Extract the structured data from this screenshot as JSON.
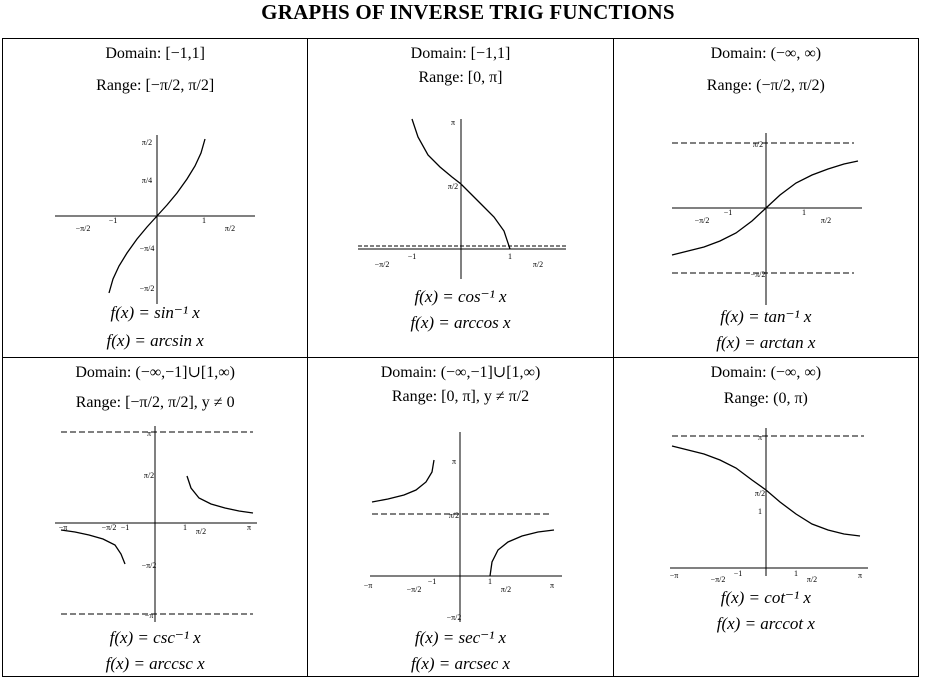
{
  "page_title": "GRAPHS OF INVERSE TRIG FUNCTIONS",
  "cells": [
    {
      "id": "arcsin",
      "domain": "Domain: [−1,1]",
      "range": "Range: [−π/2, π/2]",
      "function_notation": "f(x) = sin⁻¹ x",
      "function_name": "f(x) = arcsin x",
      "x_ticks": [
        "−π/2",
        "−1",
        "1",
        "π/2"
      ],
      "y_ticks": [
        "π/2",
        "π/4",
        "−π/4",
        "−π/2"
      ]
    },
    {
      "id": "arccos",
      "domain": "Domain: [−1,1]",
      "range": "Range: [0, π]",
      "function_notation": "f(x) = cos⁻¹ x",
      "function_name": "f(x) = arccos x",
      "x_ticks": [
        "−π/2",
        "−1",
        "1",
        "π/2"
      ],
      "y_ticks": [
        "π",
        "π/2"
      ]
    },
    {
      "id": "arctan",
      "domain": "Domain: (−∞, ∞)",
      "range": "Range: (−π/2, π/2)",
      "function_notation": "f(x) = tan⁻¹ x",
      "function_name": "f(x) = arctan x",
      "x_ticks": [
        "−π/2",
        "−1",
        "1",
        "π/2"
      ],
      "y_ticks": [
        "π/2",
        "−π/2"
      ]
    },
    {
      "id": "arccsc",
      "domain": "Domain: (−∞,−1]∪[1,∞)",
      "range": "Range: [−π/2, π/2], y ≠ 0",
      "function_notation": "f(x) = csc⁻¹ x",
      "function_name": "f(x) = arccsc x",
      "x_ticks": [
        "−π",
        "−π/2",
        "−1",
        "1",
        "π/2",
        "π"
      ],
      "y_ticks": [
        "π",
        "π/2",
        "−π/2",
        "−π"
      ]
    },
    {
      "id": "arcsec",
      "domain": "Domain: (−∞,−1]∪[1,∞)",
      "range": "Range: [0, π], y ≠ π/2",
      "function_notation": "f(x) = sec⁻¹ x",
      "function_name": "f(x) = arcsec x",
      "x_ticks": [
        "−π",
        "−π/2",
        "−1",
        "1",
        "π/2",
        "π"
      ],
      "y_ticks": [
        "π",
        "π/2",
        "−π/2"
      ]
    },
    {
      "id": "arccot",
      "domain": "Domain: (−∞, ∞)",
      "range": "Range: (0, π)",
      "function_notation": "f(x) = cot⁻¹ x",
      "function_name": "f(x) = arccot x",
      "x_ticks": [
        "−π",
        "−π/2",
        "−1",
        "1",
        "π/2",
        "π"
      ],
      "y_ticks": [
        "π",
        "π/2",
        "1"
      ]
    }
  ]
}
